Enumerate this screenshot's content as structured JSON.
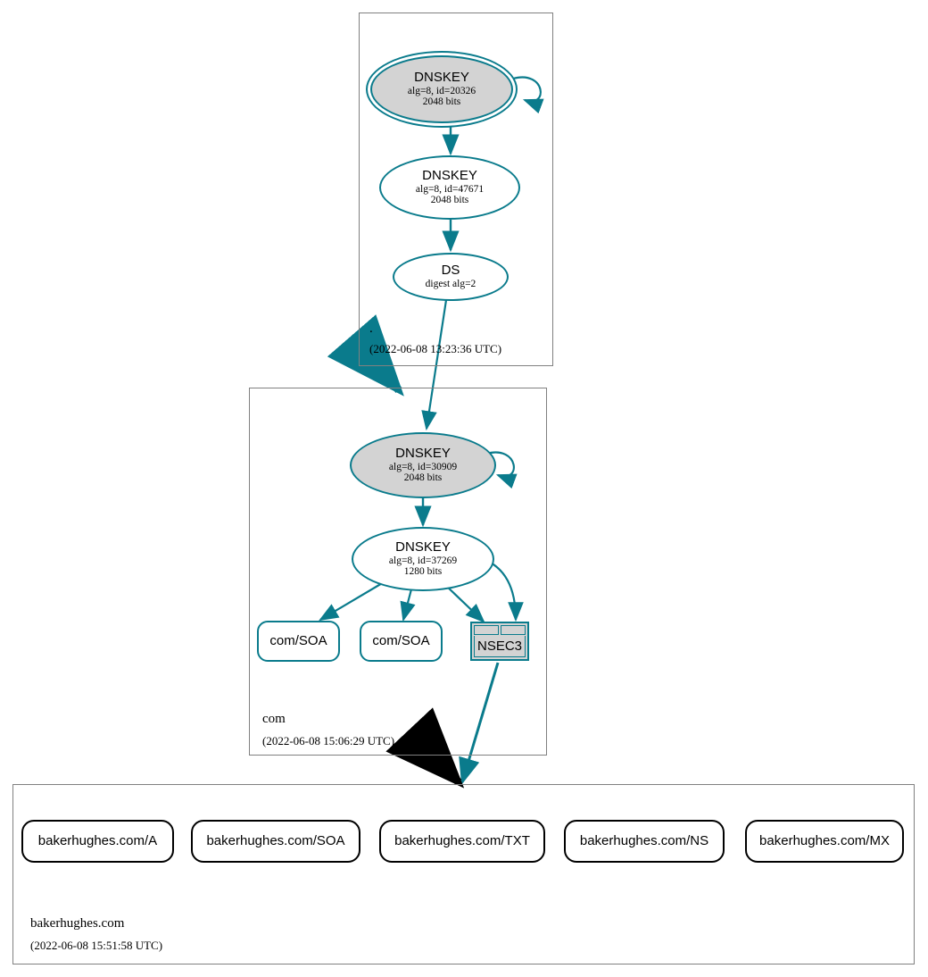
{
  "diagram": {
    "type": "dnssec-authentication-chain",
    "colors": {
      "secure_edge": "#0a7b8c",
      "insecure_edge": "#000000",
      "key_fill": "#d3d3d3",
      "zone_border": "#808080"
    }
  },
  "zones": [
    {
      "id": "root",
      "name": ".",
      "timestamp": "(2022-06-08 13:23:36 UTC)",
      "nodes": [
        {
          "id": "root-ksk",
          "title": "DNSKEY",
          "sub1": "alg=8, id=20326",
          "sub2": "2048 bits",
          "style": "double-ellipse-filled"
        },
        {
          "id": "root-zsk",
          "title": "DNSKEY",
          "sub1": "alg=8, id=47671",
          "sub2": "2048 bits",
          "style": "ellipse"
        },
        {
          "id": "root-ds",
          "title": "DS",
          "sub1": "digest alg=2",
          "sub2": "",
          "style": "ellipse"
        }
      ]
    },
    {
      "id": "com",
      "name": "com",
      "timestamp": "(2022-06-08 15:06:29 UTC)",
      "nodes": [
        {
          "id": "com-ksk",
          "title": "DNSKEY",
          "sub1": "alg=8, id=30909",
          "sub2": "2048 bits",
          "style": "ellipse-filled"
        },
        {
          "id": "com-zsk",
          "title": "DNSKEY",
          "sub1": "alg=8, id=37269",
          "sub2": "1280 bits",
          "style": "ellipse"
        },
        {
          "id": "com-soa-1",
          "title": "com/SOA",
          "style": "rrset-teal"
        },
        {
          "id": "com-soa-2",
          "title": "com/SOA",
          "style": "rrset-teal"
        },
        {
          "id": "com-nsec3",
          "title": "NSEC3",
          "style": "nsec3-table"
        }
      ]
    },
    {
      "id": "bakerhughes",
      "name": "bakerhughes.com",
      "timestamp": "(2022-06-08 15:51:58 UTC)",
      "nodes": [
        {
          "id": "bh-a",
          "title": "bakerhughes.com/A",
          "style": "rrset-black"
        },
        {
          "id": "bh-soa",
          "title": "bakerhughes.com/SOA",
          "style": "rrset-black"
        },
        {
          "id": "bh-txt",
          "title": "bakerhughes.com/TXT",
          "style": "rrset-black"
        },
        {
          "id": "bh-ns",
          "title": "bakerhughes.com/NS",
          "style": "rrset-black"
        },
        {
          "id": "bh-mx",
          "title": "bakerhughes.com/MX",
          "style": "rrset-black"
        }
      ]
    }
  ]
}
